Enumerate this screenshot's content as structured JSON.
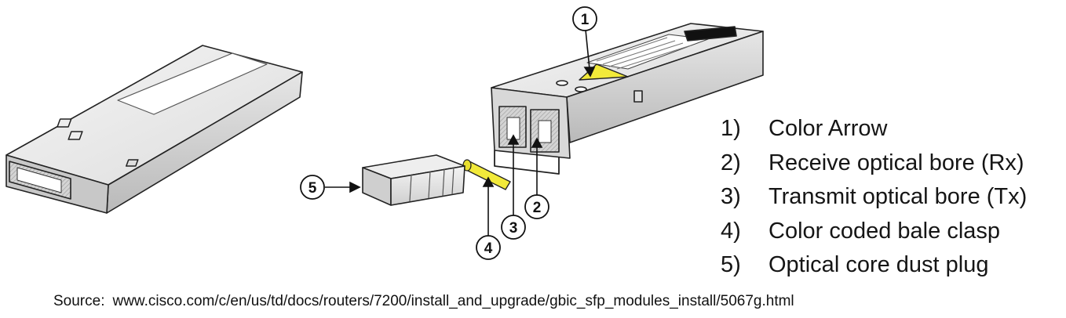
{
  "callouts": [
    {
      "number": "1",
      "label": "Color Arrow"
    },
    {
      "number": "2",
      "label": "Receive optical bore (Rx)"
    },
    {
      "number": "3",
      "label": "Transmit optical bore (Tx)"
    },
    {
      "number": "4",
      "label": "Color coded bale clasp"
    },
    {
      "number": "5",
      "label": "Optical core dust plug"
    }
  ],
  "legend": [
    {
      "num": "1)",
      "text": "Color Arrow"
    },
    {
      "num": "2)",
      "text": "Receive optical bore (Rx)"
    },
    {
      "num": "3)",
      "text": "Transmit optical bore (Tx)"
    },
    {
      "num": "4)",
      "text": "Color coded bale clasp"
    },
    {
      "num": "5)",
      "text": "Optical core dust plug"
    }
  ],
  "source": {
    "label": "Source:",
    "url": "www.cisco.com/c/en/us/td/docs/routers/7200/install_and_upgrade/gbic_sfp_modules_install/5067g.html"
  },
  "colors": {
    "accent_yellow": "#f2ea3a",
    "line": "#111111",
    "module_fill": "#f2f2f2"
  }
}
